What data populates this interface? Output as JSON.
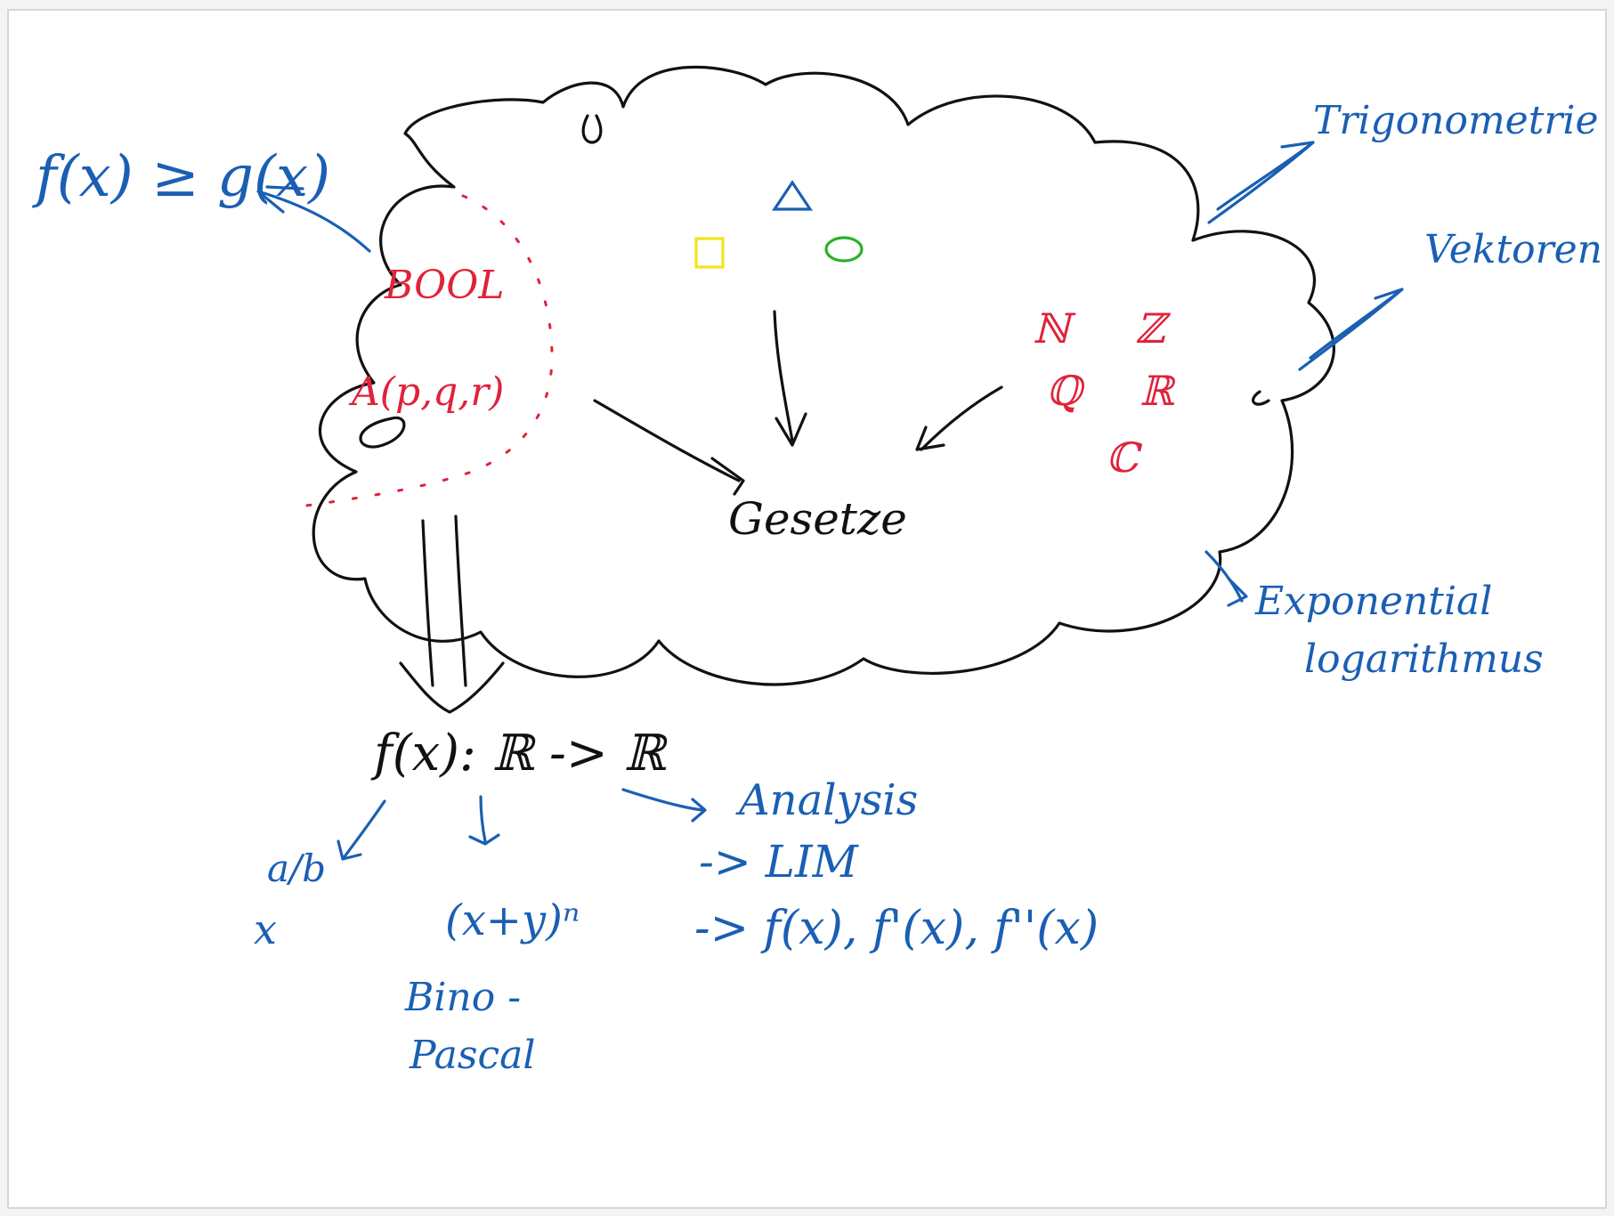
{
  "center_label": "Gesetze",
  "cloud_left": {
    "bool": "BOOL",
    "logic": "A(p,q,r)"
  },
  "cloud_right": {
    "n": "ℕ",
    "z": "ℤ",
    "q": "ℚ",
    "r": "ℝ",
    "c": "ℂ"
  },
  "top_left_formula": "f(x) ≥ g(x)",
  "right_topics": {
    "trig": "Trigonometrie",
    "vectors": "Vektoren",
    "exp_line1": "Exponential",
    "exp_line2": "logarithmus"
  },
  "function_def": "f(x): ℝ -> ℝ",
  "branches": {
    "left_top": "a/b",
    "left_bottom": "x",
    "middle": "(x+y)ⁿ",
    "bino": "Bino -",
    "pascal": "Pascal",
    "analysis": "Analysis",
    "lim": "-> LIM",
    "derivs": "-> f(x), f'(x), f''(x)"
  },
  "colors": {
    "ink_black": "#111111",
    "ink_blue": "#1a5fb4",
    "ink_red": "#e0223b",
    "ink_yellow": "#f2e41c",
    "ink_green": "#2bb02b"
  },
  "shapes": [
    "triangle",
    "square",
    "circle"
  ]
}
